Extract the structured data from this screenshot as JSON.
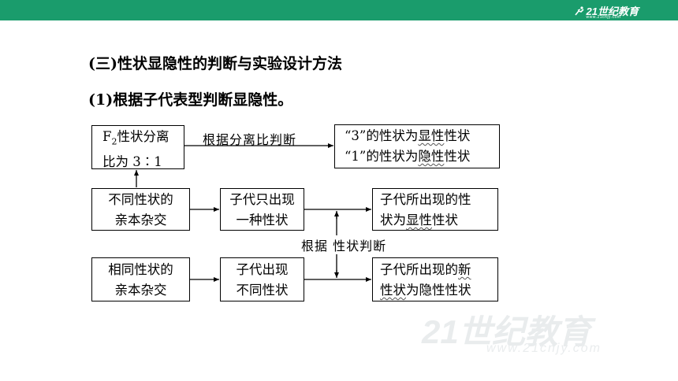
{
  "header": {
    "logo_text": "21世纪教育",
    "logo_sub": "www.21cnjy.com"
  },
  "watermark": {
    "text": "21世纪教育",
    "sub": "www.21cnjy.com"
  },
  "section_title": "(三)性状显隐性的判断与实验设计方法",
  "subsection_title": "(1)根据子代表型判断显隐性。",
  "diagram": {
    "box_f2": {
      "line1_pre": "F",
      "line1_sub": "2",
      "line1_post": "性状分离",
      "line2": "比为 3∶1"
    },
    "box_ratio_result": {
      "l1_a": "“3”的性状为",
      "l1_b": "显性",
      "l1_c": "性状",
      "l2_a": "“1”的性状为",
      "l2_b": "隐性",
      "l2_c": "性状"
    },
    "box_diff_parents": {
      "line1": "不同性状的",
      "line2": "亲本杂交"
    },
    "box_one_trait": {
      "line1": "子代只出现",
      "line2": "一种性状"
    },
    "box_dominant_result": {
      "line1": "子代所出现的性",
      "l2_a": "状为",
      "l2_b": "显性",
      "l2_c": "性状"
    },
    "box_same_parents": {
      "line1": "相同性状的",
      "line2": "亲本杂交"
    },
    "box_diff_traits": {
      "line1": "子代出现",
      "line2": "不同性状"
    },
    "box_recessive_result": {
      "l1_a": "子代所出现的",
      "l1_b": "新",
      "l2_a": "性状",
      "l2_b": "为隐性性状"
    },
    "label_ratio": "根据分离比判断",
    "label_trait": "根据 性状判断"
  }
}
